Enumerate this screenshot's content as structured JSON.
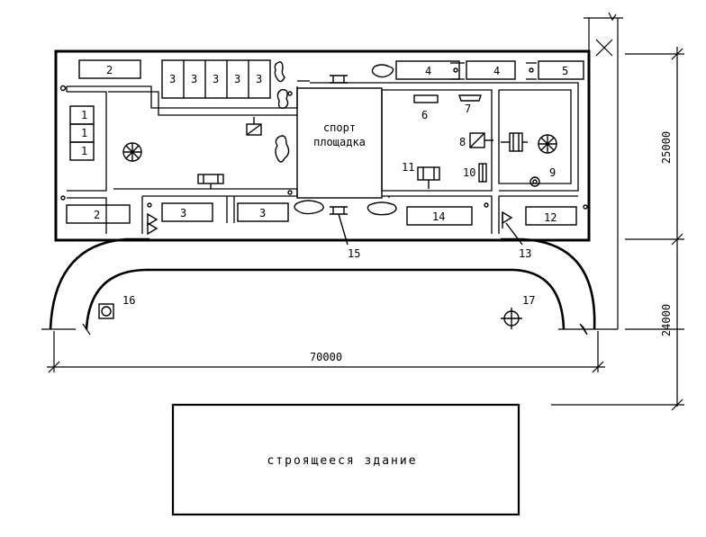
{
  "plan": {
    "sport_area_line1": "спорт",
    "sport_area_line2": "площадка",
    "building_label": "строящееся здание",
    "dimensions": {
      "width": "70000",
      "depth_top": "25000",
      "depth_bottom": "24000"
    },
    "marks": {
      "m1": "1",
      "m2": "2",
      "m3": "3",
      "m4": "4",
      "m5": "5",
      "m6": "6",
      "m7": "7",
      "m8": "8",
      "m9": "9",
      "m10": "10",
      "m11": "11",
      "m12": "12",
      "m13": "13",
      "m14": "14",
      "m15": "15",
      "m16": "16",
      "m17": "17"
    }
  }
}
